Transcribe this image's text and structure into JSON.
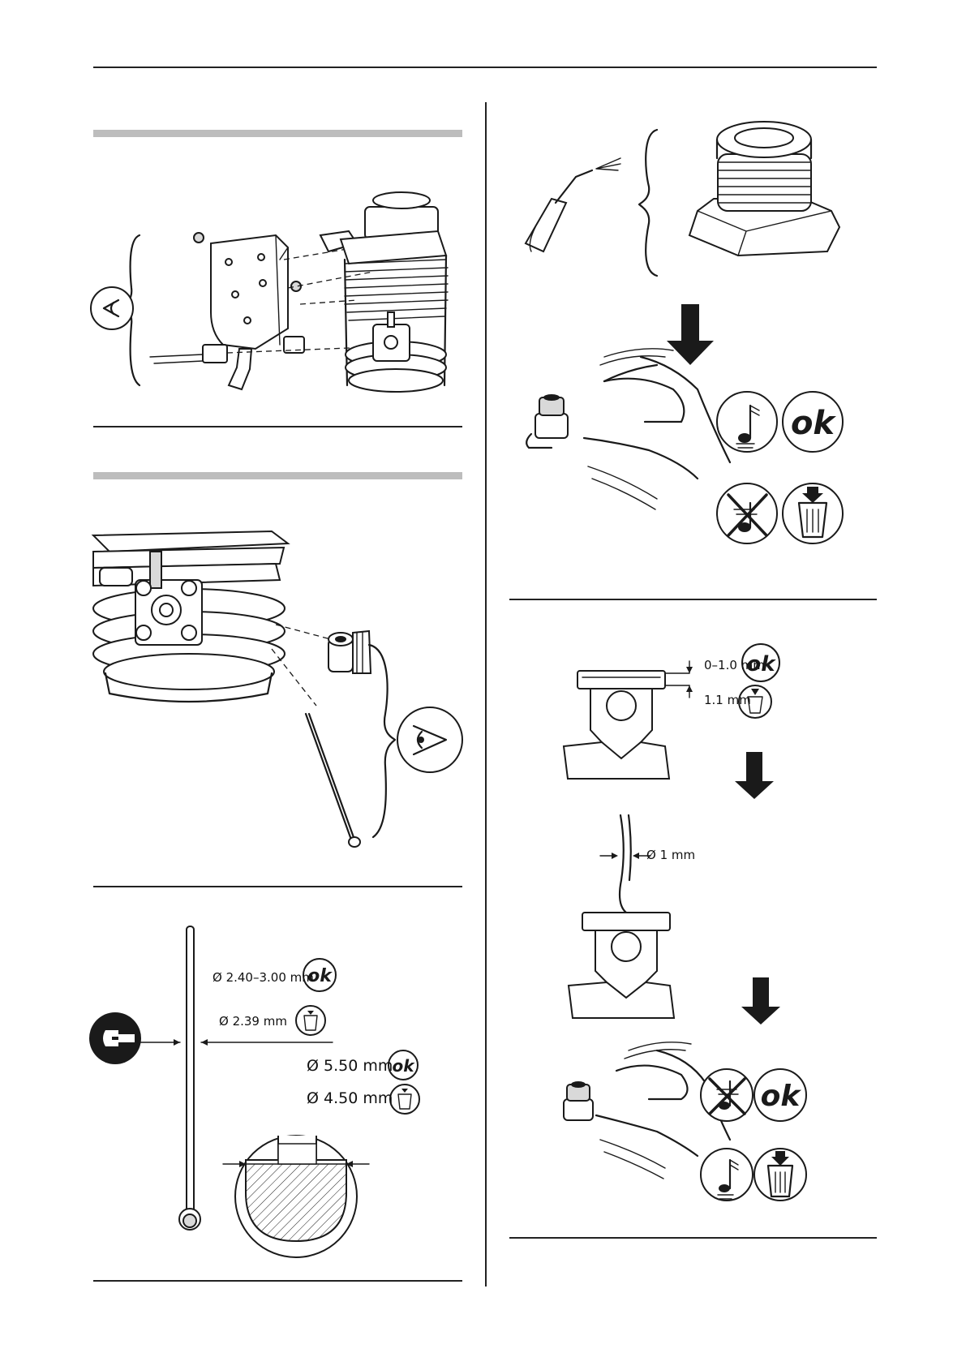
{
  "labels": {
    "gap_ok": "0–1.0 mm",
    "gap_bad": "1.1 mm",
    "wire_dia": "Ø 1 mm",
    "rod_ok": "Ø 2.40–3.00 mm",
    "rod_bad": "Ø 2.39 mm",
    "tip_ok": "Ø 5.50 mm",
    "tip_bad": "Ø 4.50 mm",
    "ok": "ok"
  },
  "icons": [
    "eye-icon",
    "ok-icon",
    "trash-icon",
    "sound-icon",
    "no-sound-icon",
    "caliper-icon",
    "arrow-down-icon"
  ]
}
